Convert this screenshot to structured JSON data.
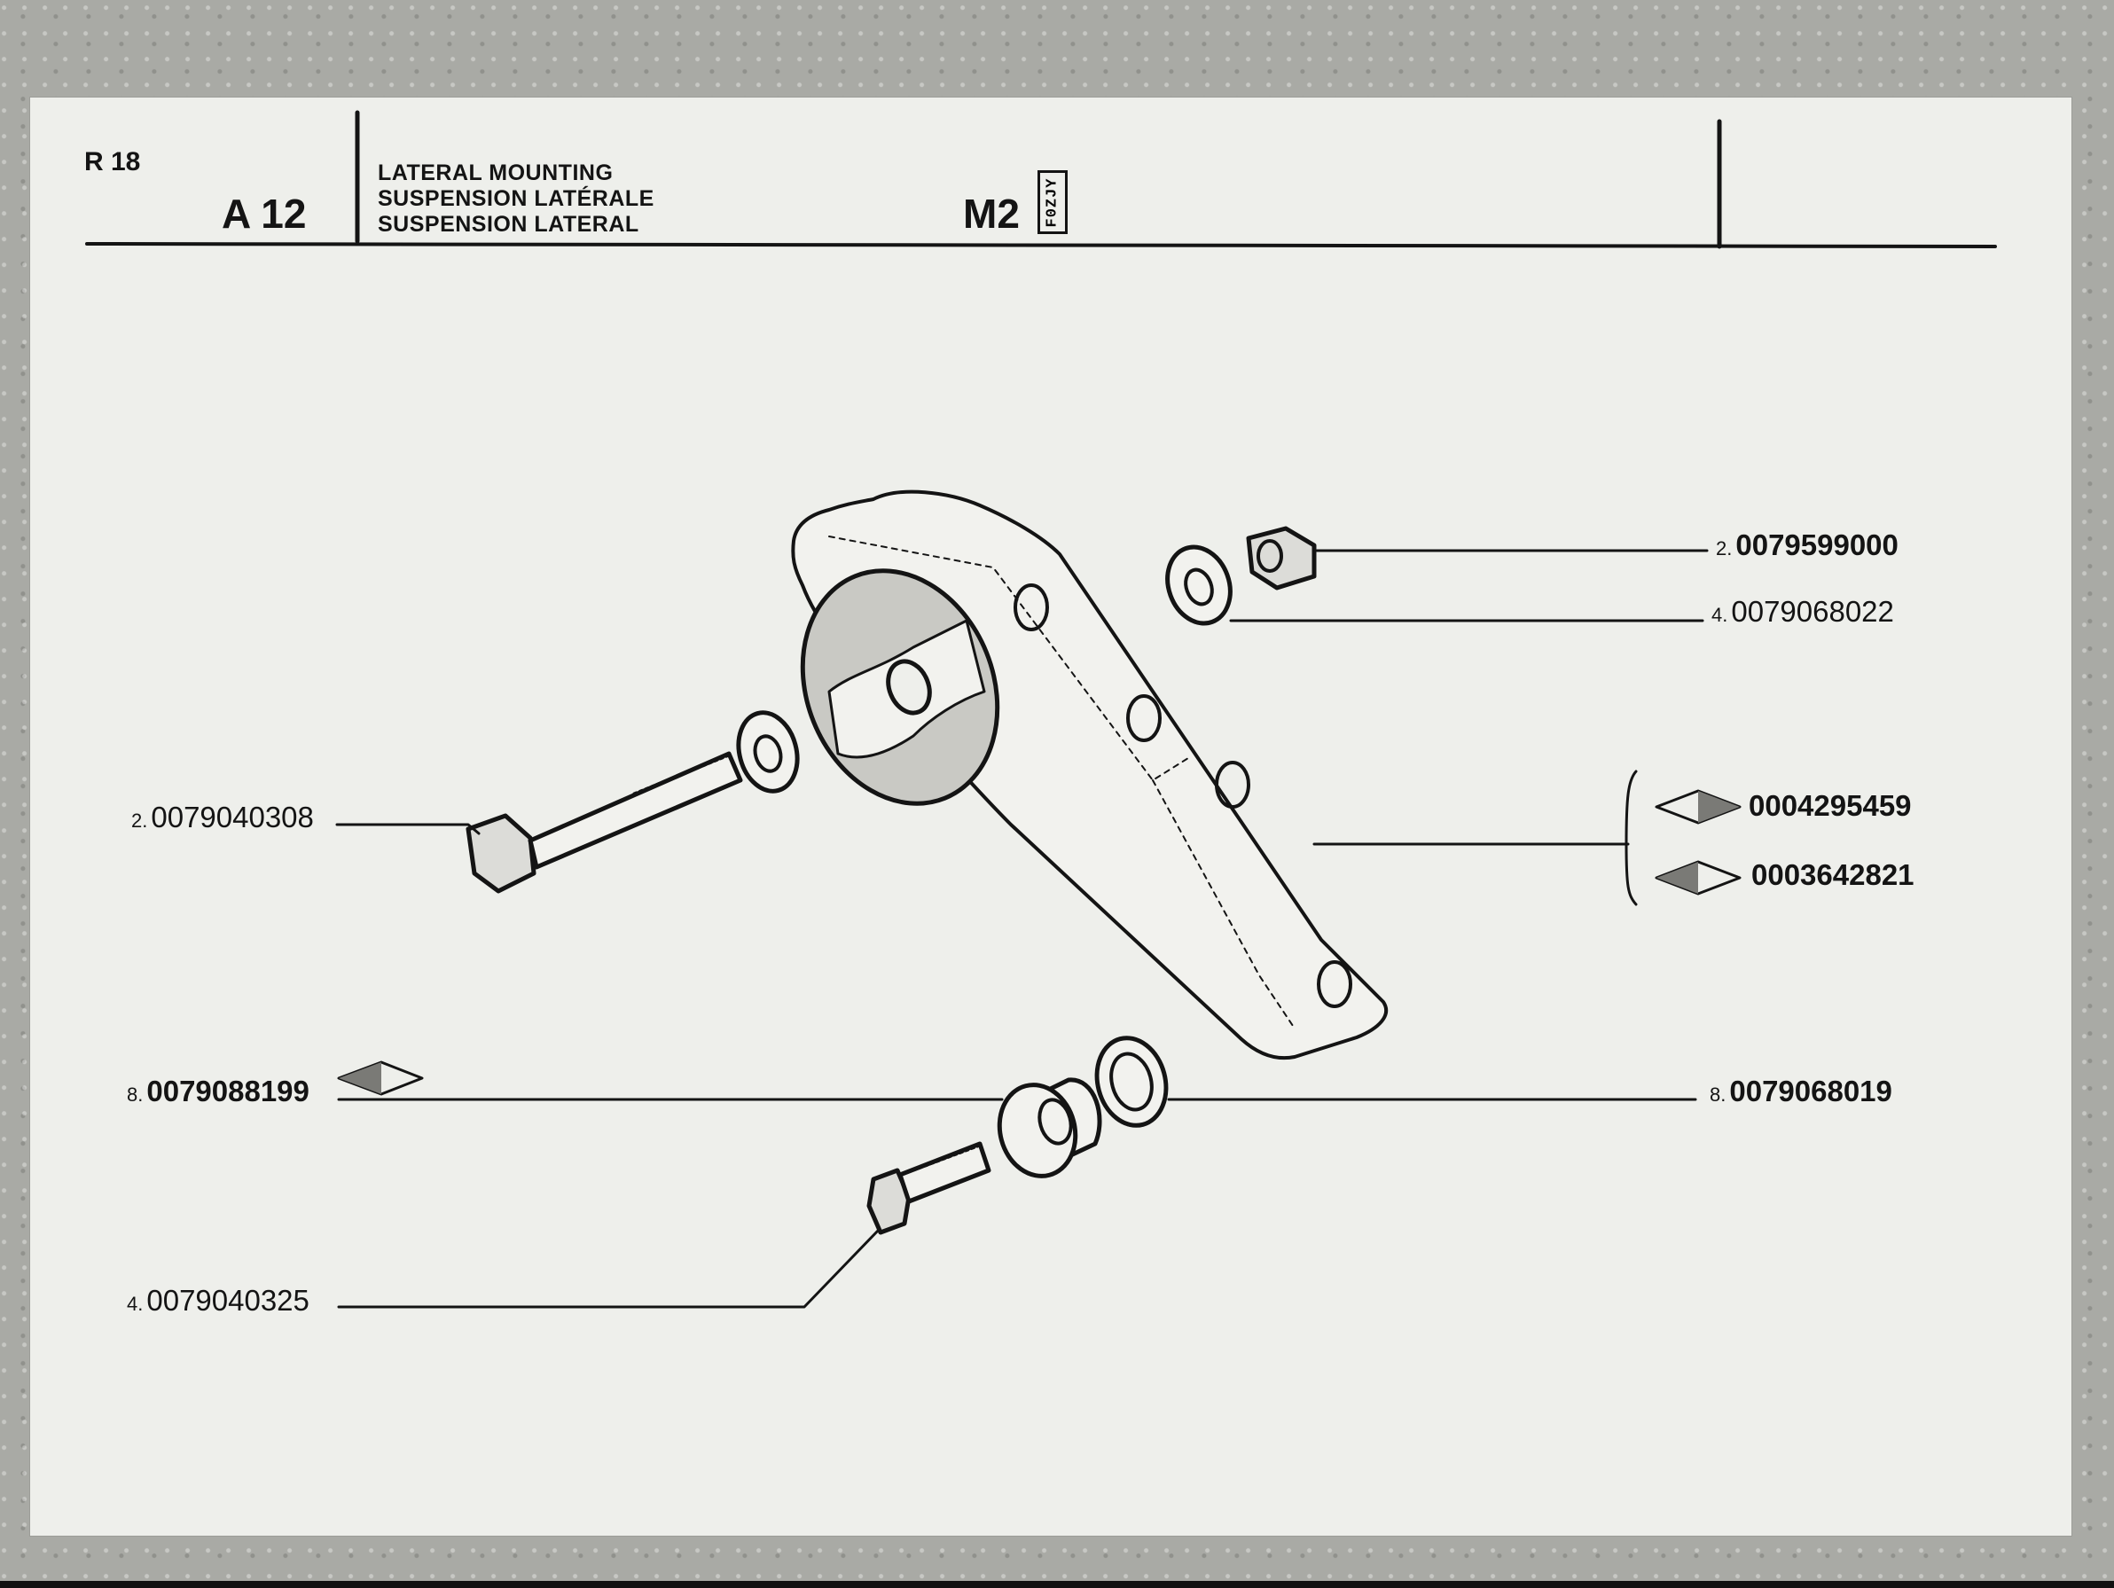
{
  "header": {
    "model": "R 18",
    "section_code": "A 12",
    "titles": [
      "LATERAL MOUNTING",
      "SUSPENSION LATÉRALE",
      "SUSPENSION LATERAL"
    ],
    "version": "M2",
    "stamp_text": "F0ZJY"
  },
  "parts": {
    "nut": {
      "qty": "2.",
      "ref": "0079599000"
    },
    "washer_top": {
      "qty": "4.",
      "ref": "0079068022"
    },
    "bracket_a": {
      "ref": "0004295459"
    },
    "bracket_b": {
      "ref": "0003642821"
    },
    "long_bolt": {
      "qty": "2.",
      "ref": "0079040308"
    },
    "spacer": {
      "qty": "8.",
      "ref": "0079088199"
    },
    "washer_bottom": {
      "qty": "8.",
      "ref": "0079068019"
    },
    "short_bolt": {
      "qty": "4.",
      "ref": "0079040325"
    }
  },
  "colors": {
    "paper": "#eeefeb",
    "ink": "#141414",
    "background": "#a9aaa5"
  }
}
